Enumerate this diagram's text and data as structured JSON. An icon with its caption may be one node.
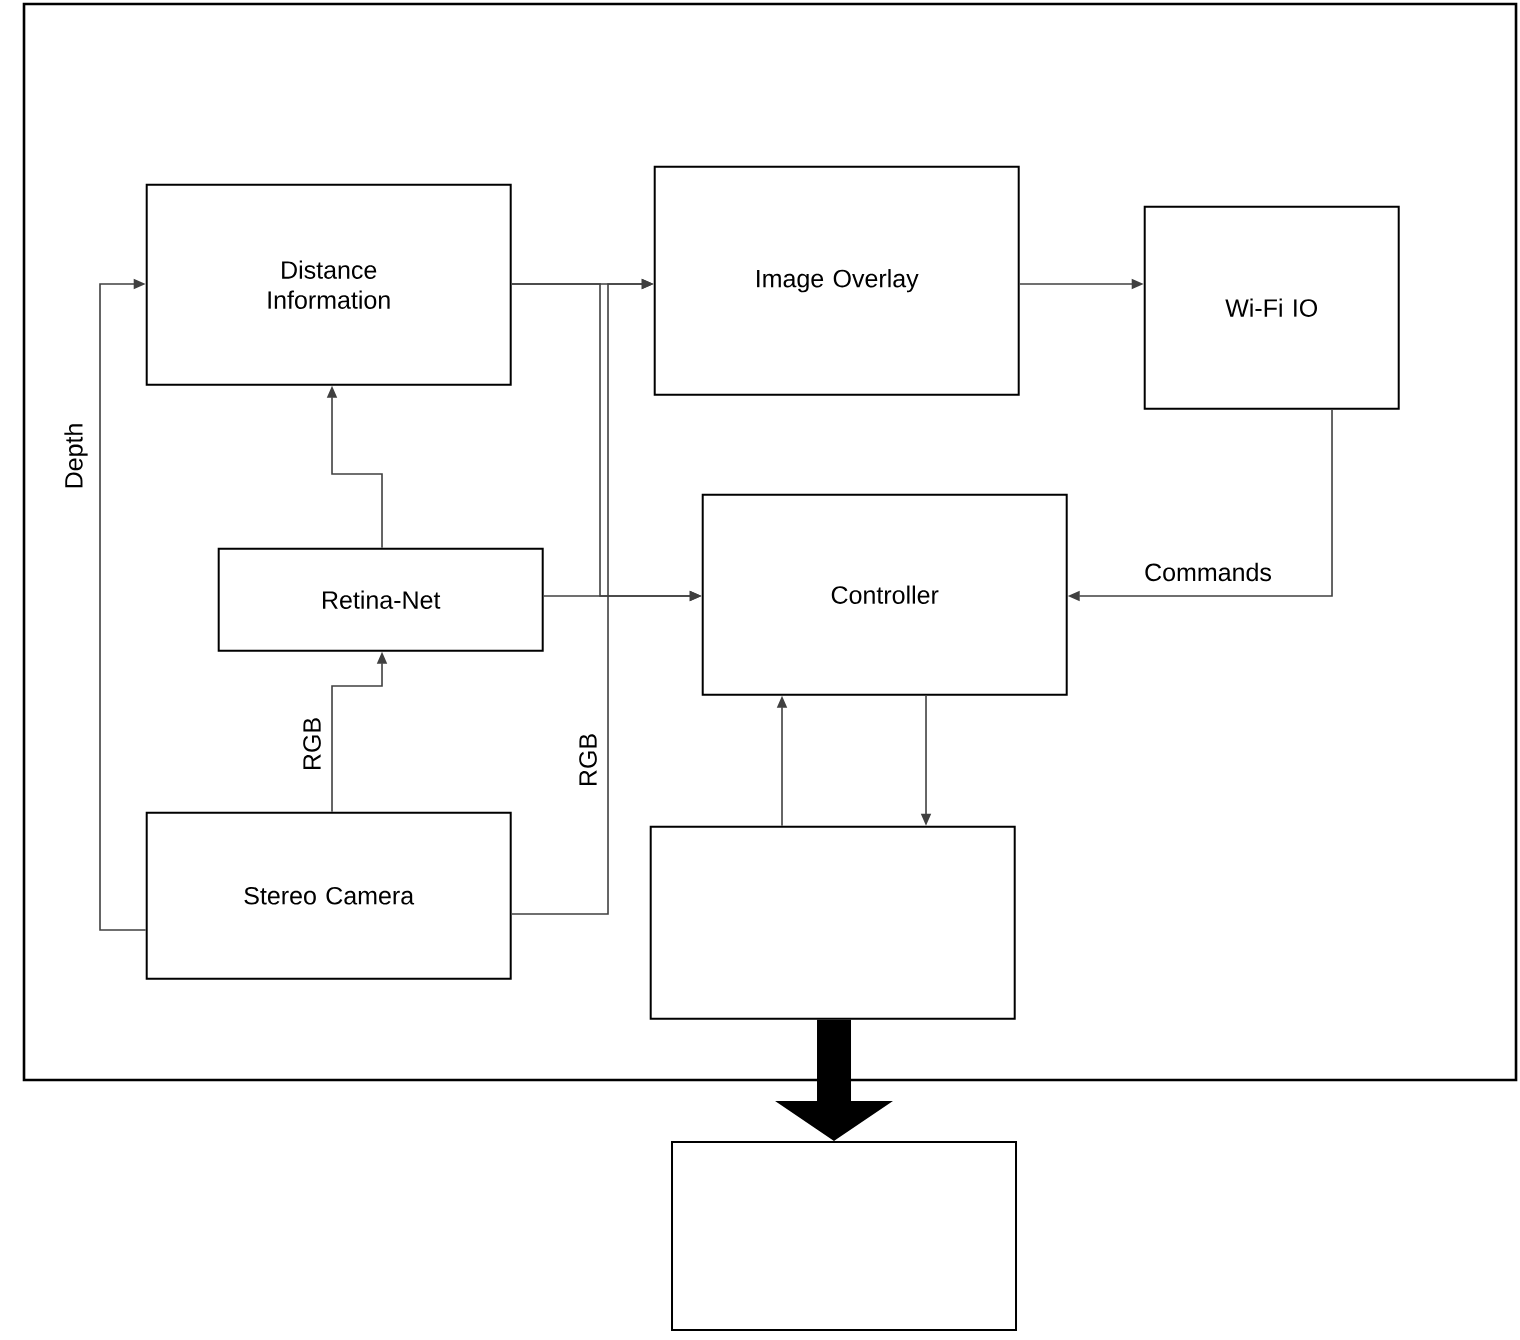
{
  "diagram": {
    "nodes": [
      {
        "text": [],
        "shape": "box"
      },
      {
        "text": [
          "Distance Information"
        ],
        "in": 0
      },
      {
        "text": [
          "Image Overlay"
        ],
        "in": 0
      },
      {
        "text": [
          "Wi-Fi IO"
        ],
        "in": 0
      },
      {
        "text": [
          "Retina-Net"
        ],
        "in": 0
      },
      {
        "text": [
          "Controller"
        ],
        "in": 0
      },
      {
        "text": [
          "Stereo Camera"
        ],
        "in": 0
      },
      {
        "text": [],
        "shape": "box",
        "in": 0
      },
      {
        "text": [],
        "shape": "box"
      }
    ],
    "edges": [
      {
        "from": 6,
        "to": 1,
        "arrow": "to",
        "label": "Depth"
      },
      {
        "from": 6,
        "to": 4,
        "arrow": "to",
        "label": "RGB"
      },
      {
        "from": 4,
        "to": 1,
        "arrow": "to"
      },
      {
        "from": 1,
        "to": 2,
        "arrow": "to"
      },
      {
        "from": 1,
        "to": 5,
        "arrow": "to"
      },
      {
        "from": 4,
        "to": 5,
        "arrow": "to"
      },
      {
        "from": 6,
        "to": 2,
        "arrow": "to",
        "label": "RGB"
      },
      {
        "from": 2,
        "to": 3,
        "arrow": "to"
      },
      {
        "from": 3,
        "to": 5,
        "arrow": "to",
        "label": "Commands"
      },
      {
        "from": 7,
        "to": 5,
        "arrow": "to"
      },
      {
        "from": 5,
        "to": 7,
        "arrow": "to"
      },
      {
        "from": 7,
        "to": 8,
        "arrow": "to",
        "style": "thick"
      }
    ]
  }
}
